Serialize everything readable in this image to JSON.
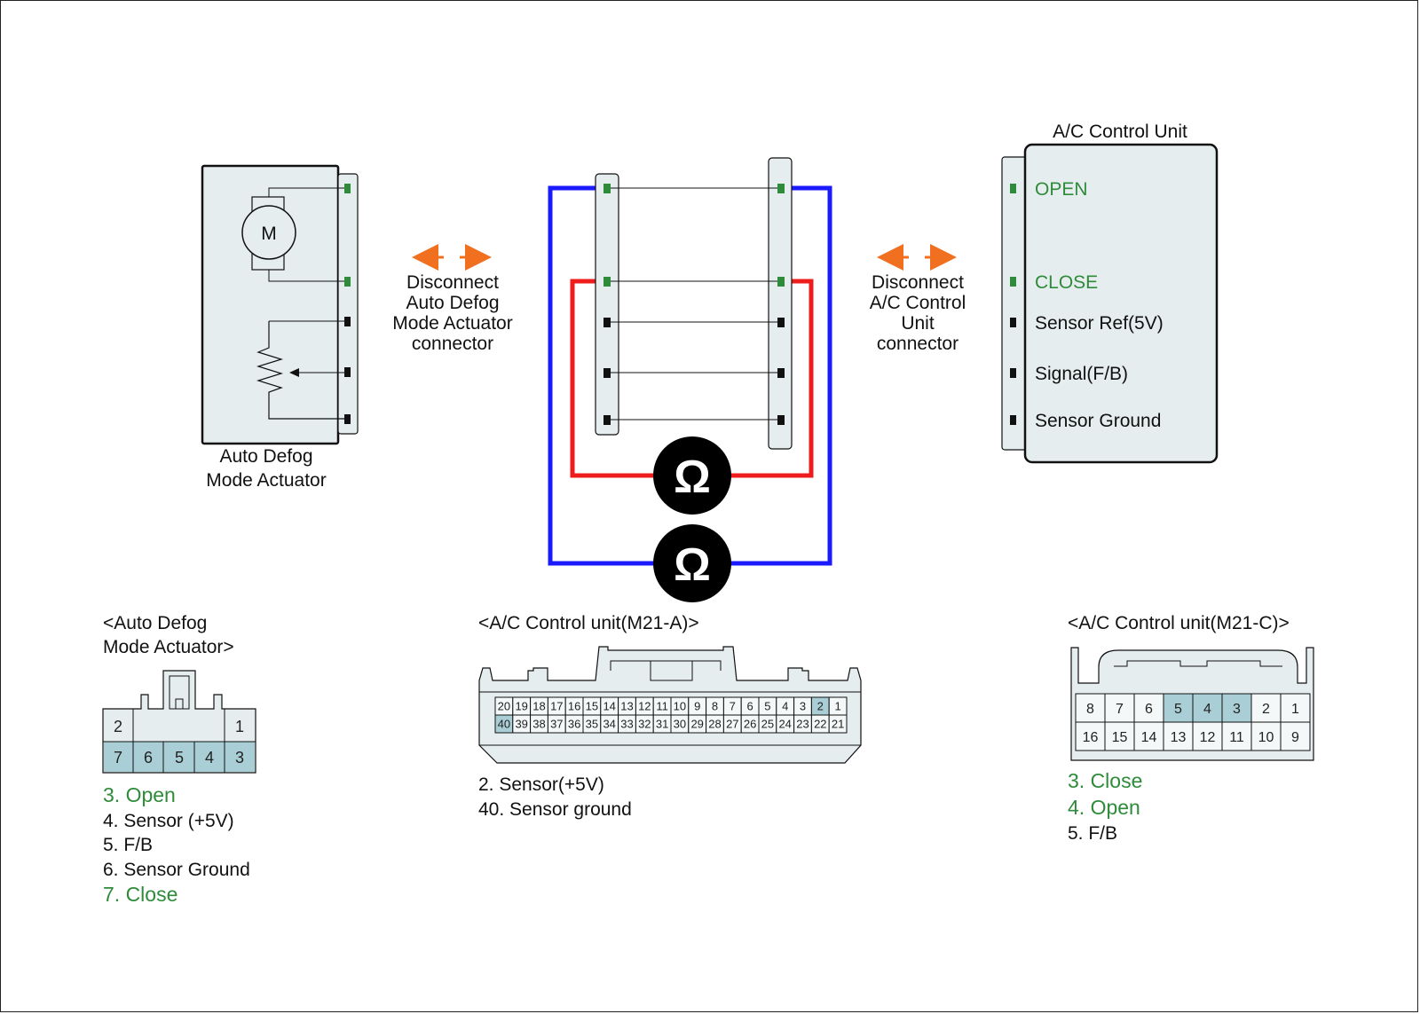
{
  "actuator": {
    "line1": "Auto Defog",
    "line2": "Mode Actuator",
    "motor": "M"
  },
  "disconnect_left": [
    "Disconnect",
    "Auto Defog",
    "Mode Actuator",
    "connector"
  ],
  "disconnect_right": [
    "Disconnect",
    "A/C Control",
    "Unit",
    "connector"
  ],
  "acu": {
    "title": "A/C Control Unit",
    "pins": [
      "OPEN",
      "CLOSE",
      "Sensor Ref(5V)",
      "Signal(F/B)",
      "Sensor Ground"
    ]
  },
  "ohm_symbol": "Ω",
  "connector_actuator": {
    "title1": "<Auto Defog",
    "title2": "Mode Actuator>",
    "top_pins": [
      "2",
      "1"
    ],
    "bottom_pins": [
      "7",
      "6",
      "5",
      "4",
      "3"
    ],
    "notes": [
      "3. Open",
      "4. Sensor (+5V)",
      "5. F/B",
      "6. Sensor Ground",
      "7. Close"
    ]
  },
  "connector_m21a": {
    "title": "<A/C Control unit(M21-A)>",
    "row1": [
      "20",
      "19",
      "18",
      "17",
      "16",
      "15",
      "14",
      "13",
      "12",
      "11",
      "10",
      "9",
      "8",
      "7",
      "6",
      "5",
      "4",
      "3",
      "2",
      "1"
    ],
    "row2": [
      "40",
      "39",
      "38",
      "37",
      "36",
      "35",
      "34",
      "33",
      "32",
      "31",
      "30",
      "29",
      "28",
      "27",
      "26",
      "25",
      "24",
      "23",
      "22",
      "21"
    ],
    "notes": [
      "2. Sensor(+5V)",
      "40. Sensor ground"
    ]
  },
  "connector_m21c": {
    "title": "<A/C Control unit(M21-C)>",
    "row1": [
      "8",
      "7",
      "6",
      "5",
      "4",
      "3",
      "2",
      "1"
    ],
    "row2": [
      "16",
      "15",
      "14",
      "13",
      "12",
      "11",
      "10",
      "9"
    ],
    "notes": [
      "3. Close",
      "4. Open",
      "5. F/B"
    ]
  },
  "colors": {
    "blue": "#1a1aff",
    "red": "#ee1c1c",
    "orange": "#f07020",
    "green": "#2e8b3a",
    "pin_highlight": "#a9ced6",
    "panel": "#e6edee"
  }
}
